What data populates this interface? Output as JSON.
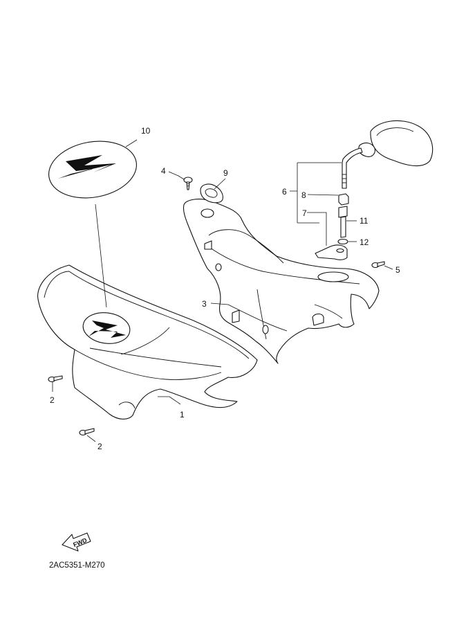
{
  "diagram": {
    "code": "2AC5351-M270",
    "fwd_label": "FWD",
    "callouts": {
      "c1": "1",
      "c2a": "2",
      "c2b": "2",
      "c3": "3",
      "c4": "4",
      "c5": "5",
      "c6": "6",
      "c7": "7",
      "c8": "8",
      "c9": "9",
      "c10": "10",
      "c11": "11",
      "c12": "12"
    }
  }
}
